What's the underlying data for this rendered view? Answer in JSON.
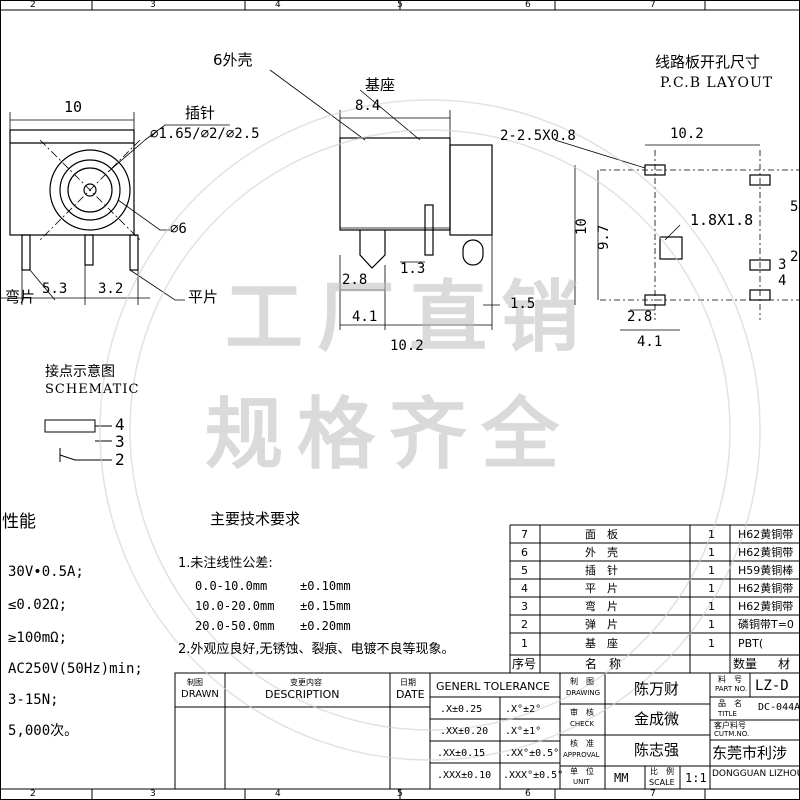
{
  "frame": {
    "top_numbers": [
      "2",
      "3",
      "4",
      "5",
      "6",
      "7"
    ],
    "bottom_numbers": [
      "2",
      "3",
      "4",
      "5",
      "6",
      "7"
    ]
  },
  "views": {
    "front": {
      "dim_width": "10",
      "pin_label": "插针",
      "pin_dims": "⌀1.65/⌀2/⌀2.5",
      "hole_dim": "⌀6",
      "dim_5_3": "5.3",
      "dim_3_2": "3.2",
      "bent_label": "弯片",
      "flat_label": "平片"
    },
    "side": {
      "shell_label": "6外壳",
      "base_label": "基座",
      "dim_8_4": "8.4",
      "dim_2_8": "2.8",
      "dim_1_3": "1.3",
      "dim_4_1": "4.1",
      "dim_1_5": "1.5",
      "dim_10_2": "10.2"
    },
    "pcb": {
      "title_cn": "线路板开孔尺寸",
      "title_en": "P.C.B LAYOUT",
      "slot_dim": "2-2.5X0.8",
      "dim_10_2": "10.2",
      "dim_10": "10",
      "dim_9_7": "9.7",
      "square_dim": "1.8X1.8",
      "dim_2_8": "2.8",
      "dim_4_1": "4.1",
      "pin_3": "3",
      "pin_4": "4",
      "partial_5": "5",
      "partial_2": "2"
    },
    "schematic": {
      "title_cn": "接点示意图",
      "title_en": "SCHEMATIC",
      "pins": [
        "4",
        "3",
        "2"
      ]
    }
  },
  "specs": {
    "title": "性能",
    "lines": [
      "30V•0.5A;",
      "≤0.02Ω;",
      "≥100mΩ;",
      "AC250V(50Hz)min;",
      "3-15N;",
      "5,000次。"
    ]
  },
  "requirements": {
    "title": "主要技术要求",
    "item1": "1.未注线性公差:",
    "tolerances": [
      {
        "range": "0.0-10.0mm",
        "tol": "±0.10mm"
      },
      {
        "range": "10.0-20.0mm",
        "tol": "±0.15mm"
      },
      {
        "range": "20.0-50.0mm",
        "tol": "±0.20mm"
      }
    ],
    "item2": "2.外观应良好,无锈蚀、裂痕、电镀不良等现象。"
  },
  "bom": {
    "rows": [
      {
        "no": "7",
        "name": "面　板",
        "qty": "1",
        "mat": "H62黄铜带"
      },
      {
        "no": "6",
        "name": "外　壳",
        "qty": "1",
        "mat": "H62黄铜带"
      },
      {
        "no": "5",
        "name": "插　针",
        "qty": "1",
        "mat": "H59黄铜棒"
      },
      {
        "no": "4",
        "name": "平　片",
        "qty": "1",
        "mat": "H62黄铜带"
      },
      {
        "no": "3",
        "name": "弯　片",
        "qty": "1",
        "mat": "H62黄铜带"
      },
      {
        "no": "2",
        "name": "弹　片",
        "qty": "1",
        "mat": "磷铜带T=0"
      },
      {
        "no": "1",
        "name": "基　座",
        "qty": "1",
        "mat": "PBT("
      }
    ],
    "header": {
      "no": "序号",
      "name": "名　称",
      "qty": "数量",
      "mat": "材"
    }
  },
  "titleblock": {
    "draw_cn": "制图",
    "draw_en": "DRAWN",
    "desc_cn": "变更内容",
    "desc_en": "DESCRIPTION",
    "date_cn": "日期",
    "date_en": "DATE",
    "tol_title": "GENERL TOLERANCE",
    "tol": [
      {
        "lin": ".X±0.25",
        "ang": ".X°±2°"
      },
      {
        "lin": ".XX±0.20",
        "ang": ".X°±1°"
      },
      {
        "lin": ".XX±0.15",
        "ang": ".XX°±0.5°"
      },
      {
        "lin": ".XXX±0.10",
        "ang": ".XXX°±0.5°"
      }
    ],
    "drawing_cn": "制　图",
    "drawing_en": "DRAWING",
    "drawing_name": "陈万财",
    "check_cn": "审　核",
    "check_en": "CHECK",
    "check_name": "金成微",
    "approval_cn": "核　准",
    "approval_en": "APPROVAL",
    "approval_name": "陈志强",
    "unit_cn": "单　位",
    "unit_en": "UNIT",
    "unit_val": "MM",
    "scale_cn": "比　例",
    "scale_en": "SCALE",
    "scale_val": "1:1",
    "partno_cn": "料　号",
    "partno_en": "PART NO.",
    "partno_val": "LZ-D",
    "title_cn": "品　名",
    "title_en": "TITLE",
    "title_val": "DC-044A",
    "cust_cn": "客户料号",
    "cust_en": "CUTM.NO.",
    "company_cn": "东莞市利涉",
    "company_en": "DONGGUAN LIZHOU"
  },
  "watermark": {
    "line1": "工厂直销",
    "line2": "规格齐全"
  }
}
